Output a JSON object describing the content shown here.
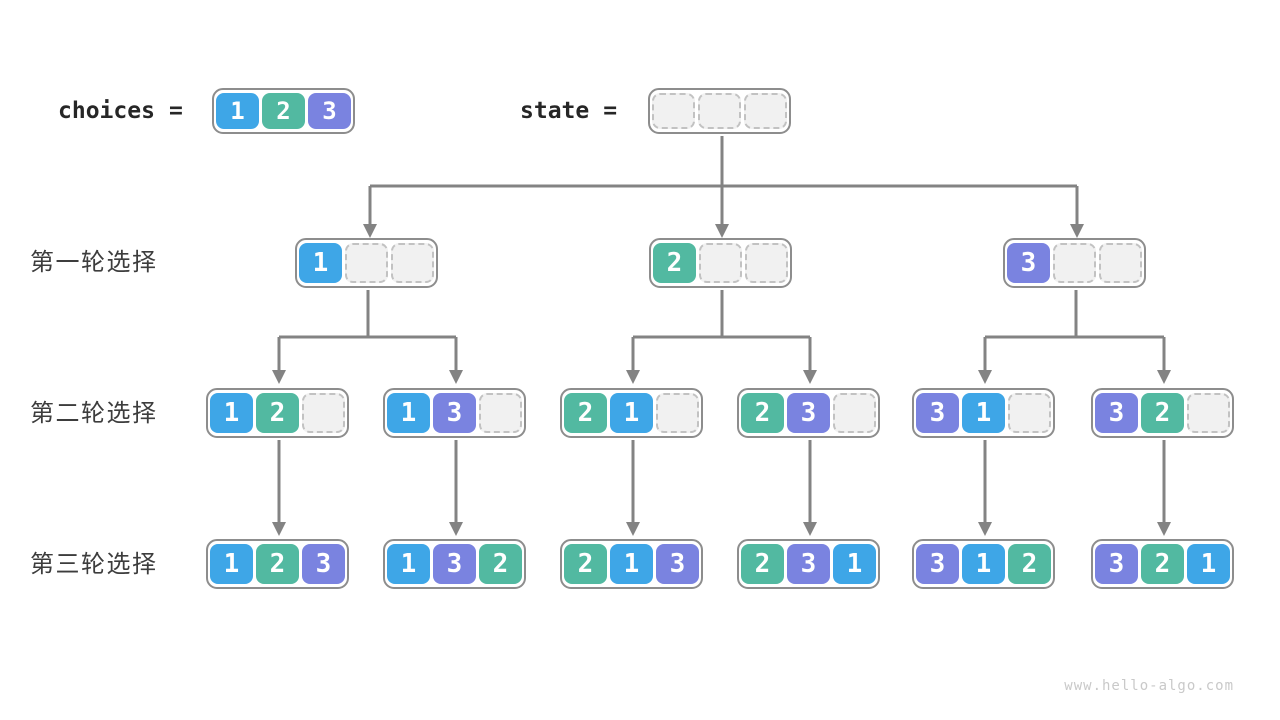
{
  "page": {
    "background": "#ffffff",
    "watermark": "www.hello-algo.com"
  },
  "colors": {
    "1": "#3ea6e7",
    "2": "#52b9a1",
    "3": "#7a83e0",
    "empty_fill": "#f1f1f1",
    "line": "#838383",
    "node_border": "#8d8d8d"
  },
  "header": {
    "choices_label": "choices",
    "equals": "=",
    "choices_cells": [
      1,
      2,
      3
    ],
    "state_label": "state",
    "state_cells": [
      null,
      null,
      null
    ]
  },
  "rows": [
    {
      "label": "第一轮选择",
      "nodes": [
        [
          1,
          null,
          null
        ],
        [
          2,
          null,
          null
        ],
        [
          3,
          null,
          null
        ]
      ]
    },
    {
      "label": "第二轮选择",
      "nodes": [
        [
          1,
          2,
          null
        ],
        [
          1,
          3,
          null
        ],
        [
          2,
          1,
          null
        ],
        [
          2,
          3,
          null
        ],
        [
          3,
          1,
          null
        ],
        [
          3,
          2,
          null
        ]
      ]
    },
    {
      "label": "第三轮选择",
      "nodes": [
        [
          1,
          2,
          3
        ],
        [
          1,
          3,
          2
        ],
        [
          2,
          1,
          3
        ],
        [
          2,
          3,
          1
        ],
        [
          3,
          1,
          2
        ],
        [
          3,
          2,
          1
        ]
      ]
    }
  ]
}
